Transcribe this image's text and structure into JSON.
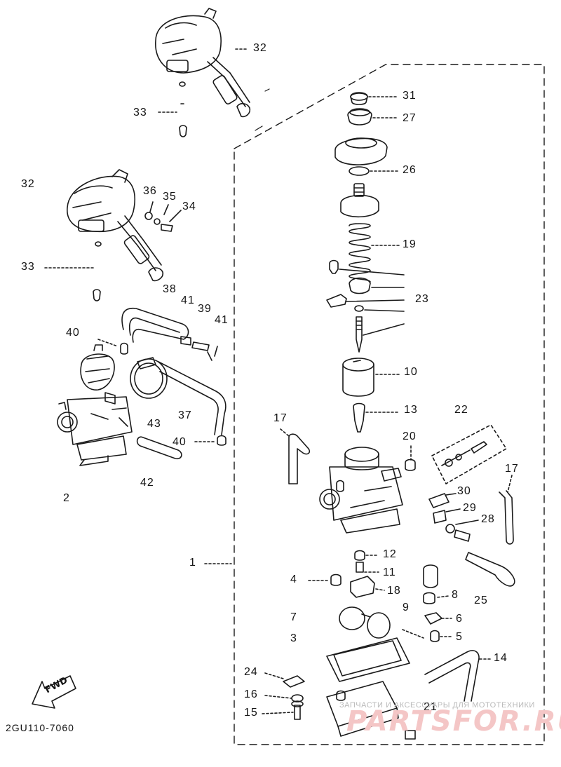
{
  "diagram": {
    "part_code": "2GU110-7060",
    "fwd_label": "FWD",
    "watermark": {
      "line1": "ЗАПЧАСТИ И АКСЕССУАРЫ ДЛЯ МОТОТЕХНИКИ",
      "line2": "PARTSFOR.RU"
    },
    "callouts": [
      {
        "id": "c32a",
        "text": "32"
      },
      {
        "id": "c33a",
        "text": "33"
      },
      {
        "id": "c32b",
        "text": "32"
      },
      {
        "id": "c36",
        "text": "36"
      },
      {
        "id": "c35",
        "text": "35"
      },
      {
        "id": "c34",
        "text": "34"
      },
      {
        "id": "c33b",
        "text": "33"
      },
      {
        "id": "c38",
        "text": "38"
      },
      {
        "id": "c41a",
        "text": "41"
      },
      {
        "id": "c39",
        "text": "39"
      },
      {
        "id": "c41b",
        "text": "41"
      },
      {
        "id": "c40a",
        "text": "40"
      },
      {
        "id": "c37",
        "text": "37"
      },
      {
        "id": "c43",
        "text": "43"
      },
      {
        "id": "c40b",
        "text": "40"
      },
      {
        "id": "c42",
        "text": "42"
      },
      {
        "id": "c2",
        "text": "2"
      },
      {
        "id": "c31",
        "text": "31"
      },
      {
        "id": "c27",
        "text": "27"
      },
      {
        "id": "c26",
        "text": "26"
      },
      {
        "id": "c19",
        "text": "19"
      },
      {
        "id": "c23",
        "text": "23"
      },
      {
        "id": "c10",
        "text": "10"
      },
      {
        "id": "c13",
        "text": "13"
      },
      {
        "id": "c22",
        "text": "22"
      },
      {
        "id": "c17a",
        "text": "17"
      },
      {
        "id": "c20",
        "text": "20"
      },
      {
        "id": "c17b",
        "text": "17"
      },
      {
        "id": "c30",
        "text": "30"
      },
      {
        "id": "c29",
        "text": "29"
      },
      {
        "id": "c28",
        "text": "28"
      },
      {
        "id": "c1",
        "text": "1"
      },
      {
        "id": "c12",
        "text": "12"
      },
      {
        "id": "c11",
        "text": "11"
      },
      {
        "id": "c4",
        "text": "4"
      },
      {
        "id": "c18",
        "text": "18"
      },
      {
        "id": "c8",
        "text": "8"
      },
      {
        "id": "c25",
        "text": "25"
      },
      {
        "id": "c9",
        "text": "9"
      },
      {
        "id": "c7",
        "text": "7"
      },
      {
        "id": "c6",
        "text": "6"
      },
      {
        "id": "c3",
        "text": "3"
      },
      {
        "id": "c5",
        "text": "5"
      },
      {
        "id": "c14",
        "text": "14"
      },
      {
        "id": "c24",
        "text": "24"
      },
      {
        "id": "c21",
        "text": "21"
      },
      {
        "id": "c16",
        "text": "16"
      },
      {
        "id": "c15",
        "text": "15"
      }
    ]
  }
}
